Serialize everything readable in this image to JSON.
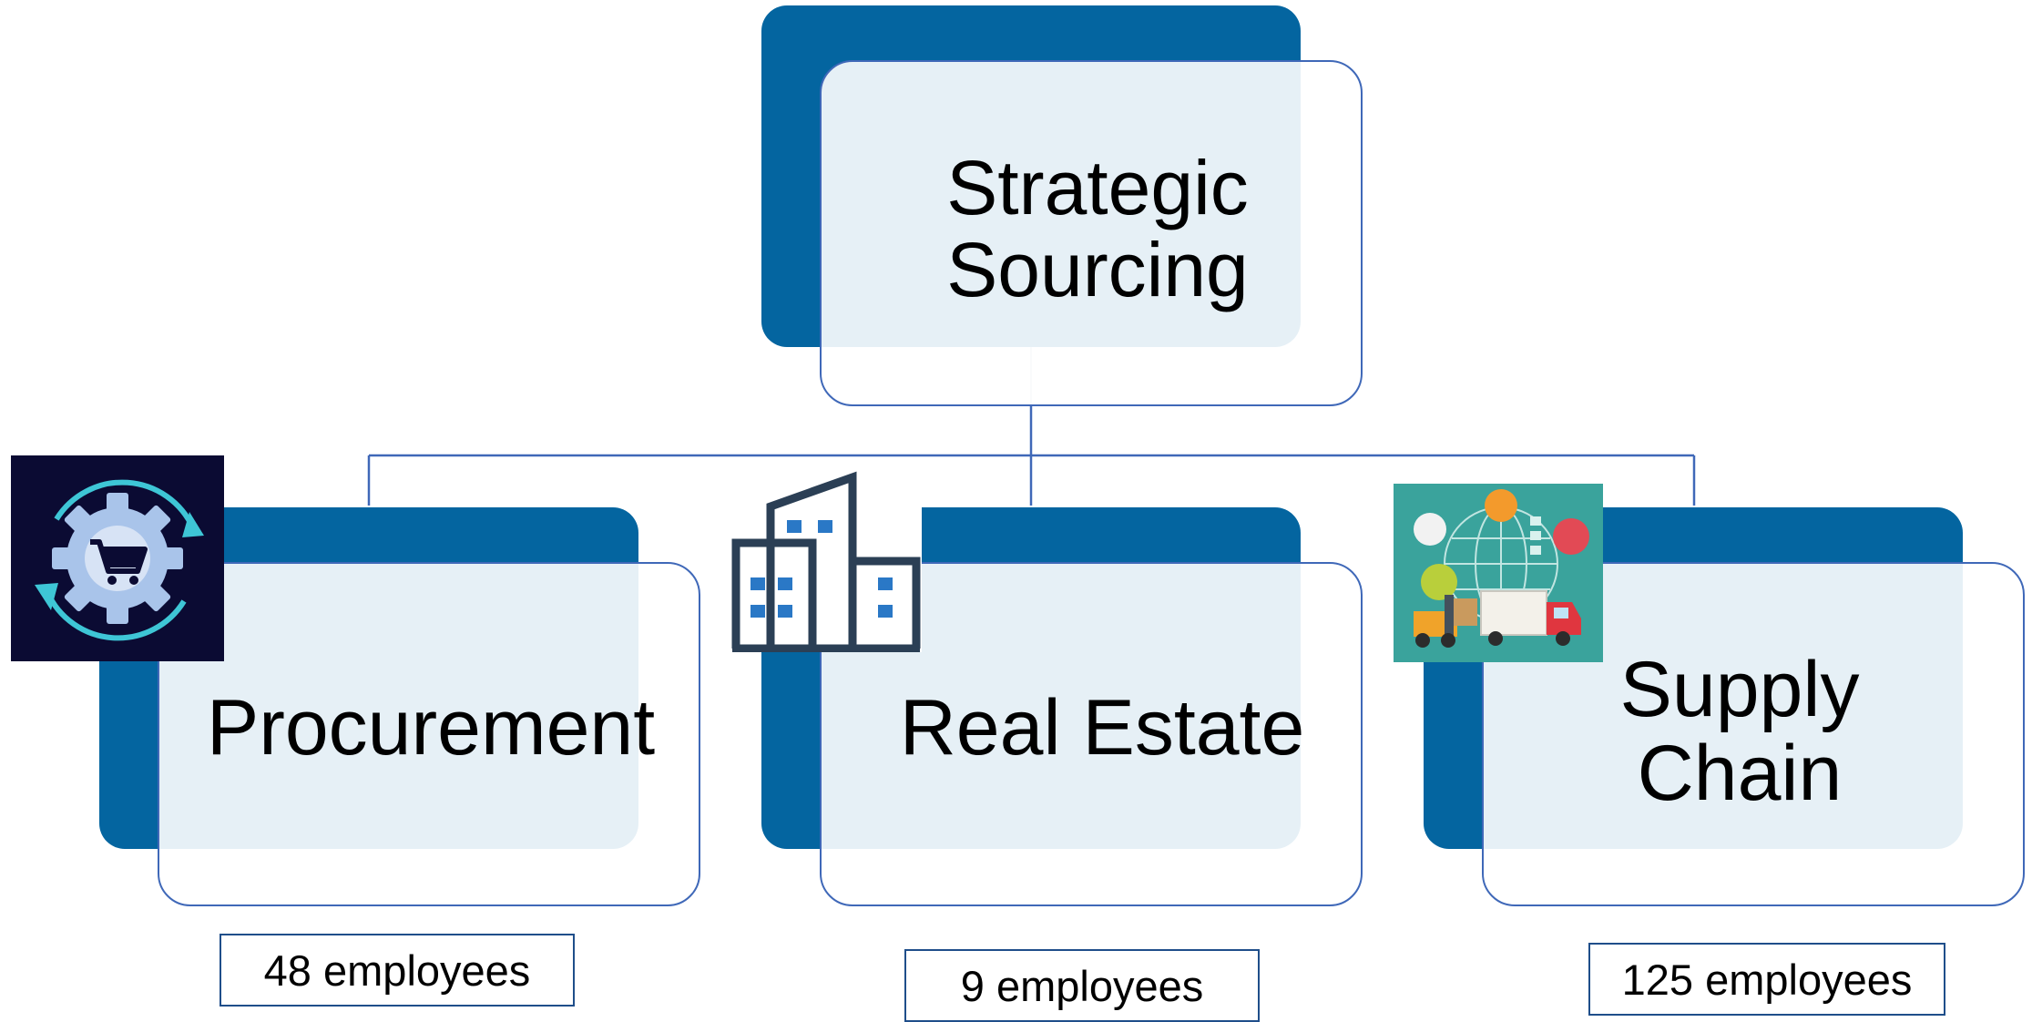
{
  "colors": {
    "back_box": "#0465a0",
    "front_border": "#3f68b8",
    "connector": "#3f68b8",
    "front_fill": "#eef3fa"
  },
  "root": {
    "label": "Strategic Sourcing"
  },
  "departments": [
    {
      "name": "Procurement",
      "employees": "48 employees",
      "icon": "procurement-gear-cart-icon"
    },
    {
      "name": "Real Estate",
      "employees": "9 employees",
      "icon": "office-building-icon"
    },
    {
      "name": "Supply Chain",
      "employees": "125 employees",
      "icon": "logistics-globe-truck-icon"
    }
  ]
}
